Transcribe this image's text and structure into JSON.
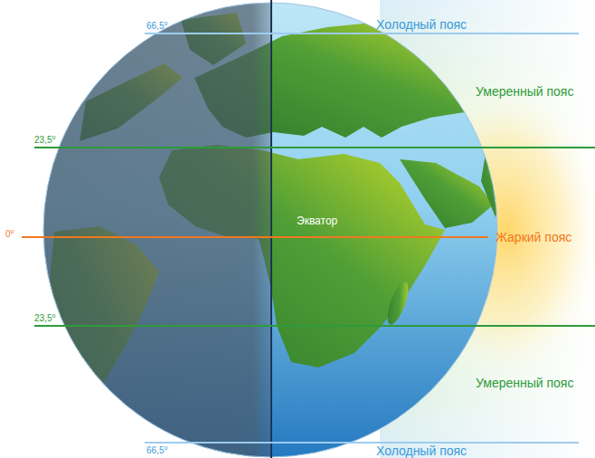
{
  "diagram": {
    "labels": [
      "66,5⁰",
      "Холодный пояс",
      "Умеренный пояс",
      "23,5⁰",
      "Экватор",
      "0⁰",
      "Жаркий пояс",
      "23,5⁰",
      "Умеренный пояс",
      "66,5⁰",
      "Холодный пояс"
    ]
  }
}
